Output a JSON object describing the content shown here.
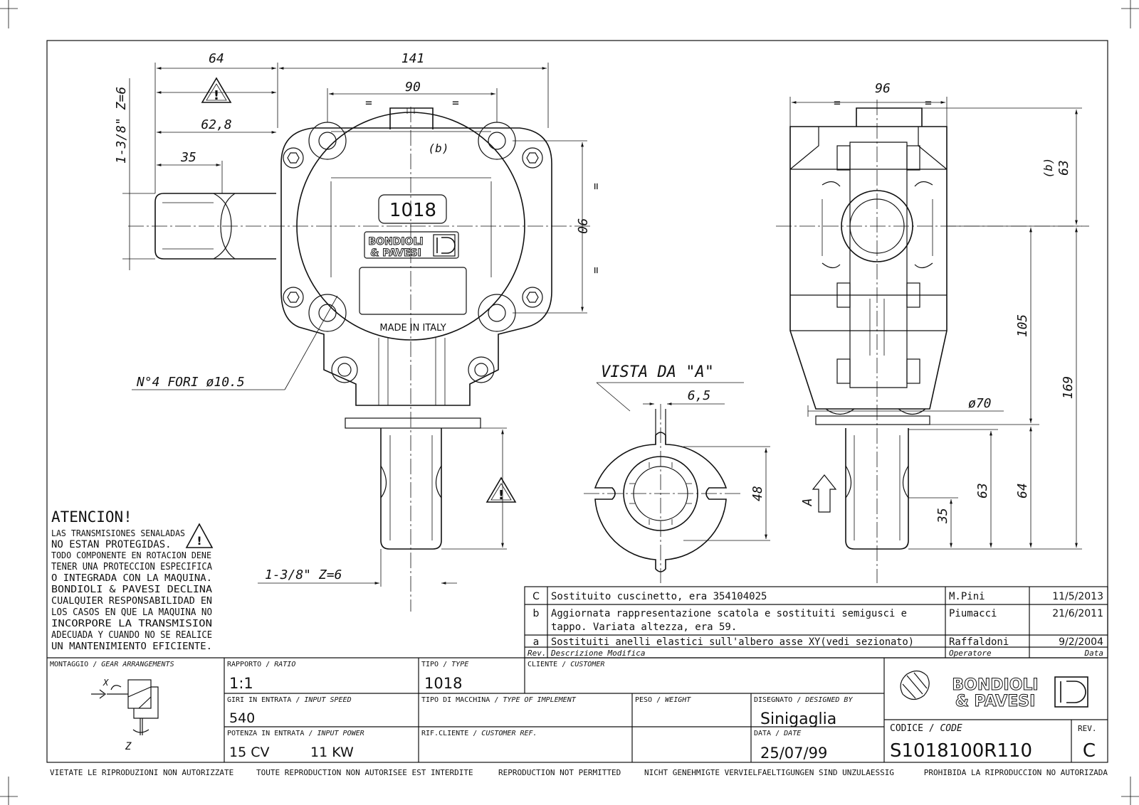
{
  "drawing": {
    "dims_front": {
      "d64": "64",
      "d141": "141",
      "d90_top": "90",
      "d62_8": "62,8",
      "d35": "35",
      "d90_side": "90",
      "shaft_top": "1-3/8\" Z=6",
      "eq": "=",
      "b_label": "(b)",
      "holes": "N°4 FORI ø10.5",
      "shaft_bottom": "1-3/8\" Z=6"
    },
    "front_plate": {
      "model": "1018",
      "brand_line1": "BONDIOLI",
      "brand_line2": "& PAVESI",
      "made_in": "MADE IN ITALY"
    },
    "view_a": {
      "title": "VISTA DA \"A\"",
      "d6_5": "6,5",
      "d48": "48"
    },
    "dims_side": {
      "d96": "96",
      "d63_top": "63",
      "b_label": "(b)",
      "d105": "105",
      "d169": "169",
      "d70": "ø70",
      "d63": "63",
      "d64": "64",
      "d35": "35",
      "arrow_a": "A"
    },
    "warning": {
      "title": "ATENCION!",
      "lines": [
        "LAS TRANSMISIONES SENALADAS",
        "NO ESTAN PROTEGIDAS.",
        "TODO COMPONENTE EN ROTACION DENE",
        "TENER UNA PROTECCION ESPECIFICA",
        "O INTEGRADA CON LA MAQUINA.",
        "BONDIOLI & PAVESI DECLINA",
        "CUALQUIER RESPONSABILIDAD EN",
        "LOS CASOS EN QUE LA MAQUINA NO",
        "INCORPORE LA TRANSMISION",
        "ADECUADA Y CUANDO NO SE REALICE",
        "UN MANTENIMIENTO EFICIENTE."
      ]
    }
  },
  "revisions": {
    "rows": [
      {
        "rev": "C",
        "desc": "Sostituito cuscinetto, era 354104025",
        "desc2": "",
        "operator": "M.Pini",
        "date": "11/5/2013"
      },
      {
        "rev": "b",
        "desc": "Aggiornata rappresentazione scatola e sostituiti semigusci e",
        "desc2": "tappo. Variata altezza, era 59.",
        "operator": "Piumacci",
        "date": "21/6/2011"
      },
      {
        "rev": "a",
        "desc": "Sostituiti anelli elastici sull'albero asse XY(vedi sezionato)",
        "desc2": "",
        "operator": "Raffaldoni",
        "date": "9/2/2004"
      }
    ],
    "header": {
      "rev": "Rev.",
      "desc": "Descrizione Modifica",
      "operator": "Operatore",
      "date": "Data"
    }
  },
  "title_block": {
    "montaggio_label": "MONTAGGIO / ",
    "montaggio_label_en": "GEAR ARRANGEMENTS",
    "ratio_label": "RAPPORTO / ",
    "ratio_label_en": "RATIO",
    "ratio_value": "1:1",
    "tipo_label": "TIPO / ",
    "tipo_label_en": "TYPE",
    "tipo_value": "1018",
    "cliente_label": "CLIENTE / ",
    "cliente_label_en": "CUSTOMER",
    "giri_label": "GIRI IN ENTRATA / ",
    "giri_label_en": "INPUT SPEED",
    "giri_value": "540",
    "macchina_label": "TIPO DI MACCHINA / ",
    "macchina_label_en": "TYPE OF IMPLEMENT",
    "peso_label": "PESO / ",
    "peso_label_en": "WEIGHT",
    "disegnato_label": "DISEGNATO / ",
    "disegnato_label_en": "DESIGNED BY",
    "disegnato_value": "Sinigaglia",
    "potenza_label": "POTENZA IN ENTRATA / ",
    "potenza_label_en": "INPUT POWER",
    "potenza_cv": "15 CV",
    "potenza_kw": "11 KW",
    "rif_label": "RIF.CLIENTE / ",
    "rif_label_en": "CUSTOMER REF.",
    "data_label": "DATA / ",
    "data_label_en": "DATE",
    "data_value": "25/07/99",
    "codice_label": "CODICE / ",
    "codice_label_en": "CODE",
    "codice_value": "S1018100R110",
    "rev_label": "REV.",
    "rev_value": "C",
    "brand_line1": "BONDIOLI",
    "brand_line2": "& PAVESI",
    "axis_x": "X",
    "axis_z": "Z"
  },
  "footer": [
    "VIETATE LE RIPRODUZIONI NON AUTORIZZATE",
    "TOUTE REPRODUCTION NON AUTORISEE EST INTERDITE",
    "REPRODUCTION NOT PERMITTED",
    "NICHT GENEHMIGTE VERVIELFAELTIGUNGEN SIND UNZULAESSIG",
    "PROHIBIDA LA RIPRODUCCION NO AUTORIZADA"
  ]
}
